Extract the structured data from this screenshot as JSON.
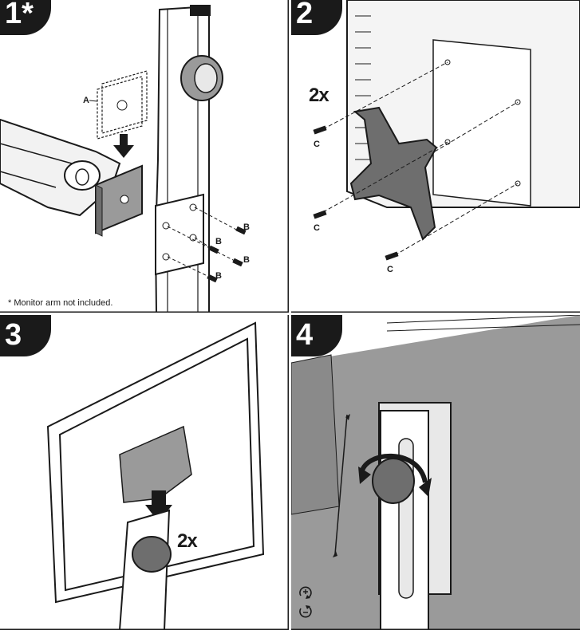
{
  "steps": [
    {
      "number": "1*",
      "labels": {
        "a": "A",
        "b": "B"
      }
    },
    {
      "number": "2",
      "quantity": "2x",
      "labels": {
        "c": "C"
      }
    },
    {
      "number": "3",
      "quantity": "2x"
    },
    {
      "number": "4"
    }
  ],
  "footnote": "* Monitor arm not included.",
  "icons": [
    "tighten-rotation-icon",
    "loosen-rotation-icon"
  ],
  "colors": {
    "ink": "#1a1a1a",
    "divider": "#1a1a1a",
    "grey_fill": "#9a9a9a",
    "dark_grey": "#6e6e6e",
    "light_fill": "#e8e8e8"
  }
}
